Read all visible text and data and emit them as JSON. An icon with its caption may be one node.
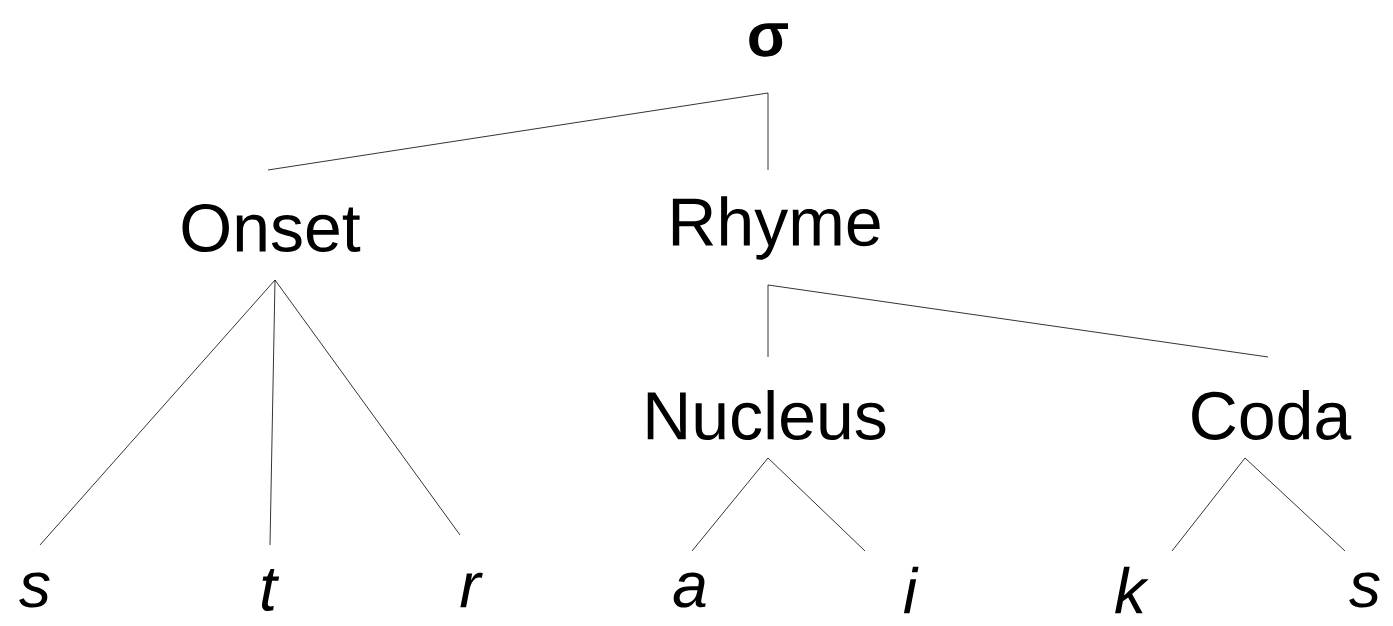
{
  "diagram": {
    "nodes": [
      {
        "text": [
          "σ"
        ]
      },
      {
        "text": [
          "Onset"
        ]
      },
      {
        "text": [
          "Rhyme"
        ]
      },
      {
        "text": [
          "Nucleus"
        ]
      },
      {
        "text": [
          "Coda"
        ]
      },
      {
        "text": [
          "s"
        ]
      },
      {
        "text": [
          "t"
        ]
      },
      {
        "text": [
          "r"
        ]
      },
      {
        "text": [
          "a"
        ]
      },
      {
        "text": [
          "i"
        ]
      },
      {
        "text": [
          "k"
        ]
      },
      {
        "text": [
          "s"
        ]
      }
    ],
    "edges": [
      {
        "from": 0,
        "to": 1,
        "arrow": "none"
      },
      {
        "from": 0,
        "to": 2,
        "arrow": "none"
      },
      {
        "from": 1,
        "to": 5,
        "arrow": "none"
      },
      {
        "from": 1,
        "to": 6,
        "arrow": "none"
      },
      {
        "from": 1,
        "to": 7,
        "arrow": "none"
      },
      {
        "from": 2,
        "to": 3,
        "arrow": "none"
      },
      {
        "from": 2,
        "to": 4,
        "arrow": "none"
      },
      {
        "from": 3,
        "to": 8,
        "arrow": "none"
      },
      {
        "from": 3,
        "to": 9,
        "arrow": "none"
      },
      {
        "from": 4,
        "to": 10,
        "arrow": "none"
      },
      {
        "from": 4,
        "to": 11,
        "arrow": "none"
      }
    ]
  }
}
